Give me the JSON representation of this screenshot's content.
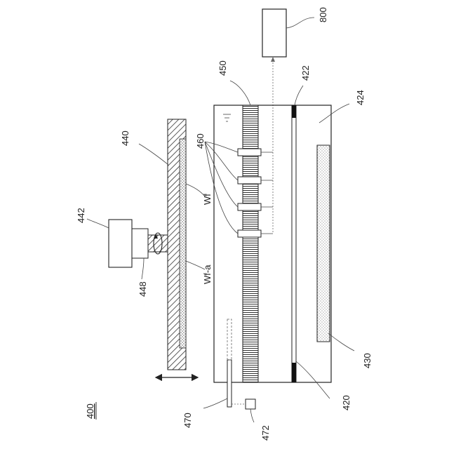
{
  "figure_number": "400",
  "labels": {
    "ctrl": "800",
    "reservoir": "450",
    "chamber_top": "422",
    "wall": "424",
    "pad_holder": "440",
    "nozzles": "460",
    "motor": "442",
    "shaft": "448",
    "wafer": "Wf",
    "wafer_surface": "Wf-a",
    "heater": "430",
    "plate": "420",
    "probe": "470",
    "probe_unit": "472"
  }
}
